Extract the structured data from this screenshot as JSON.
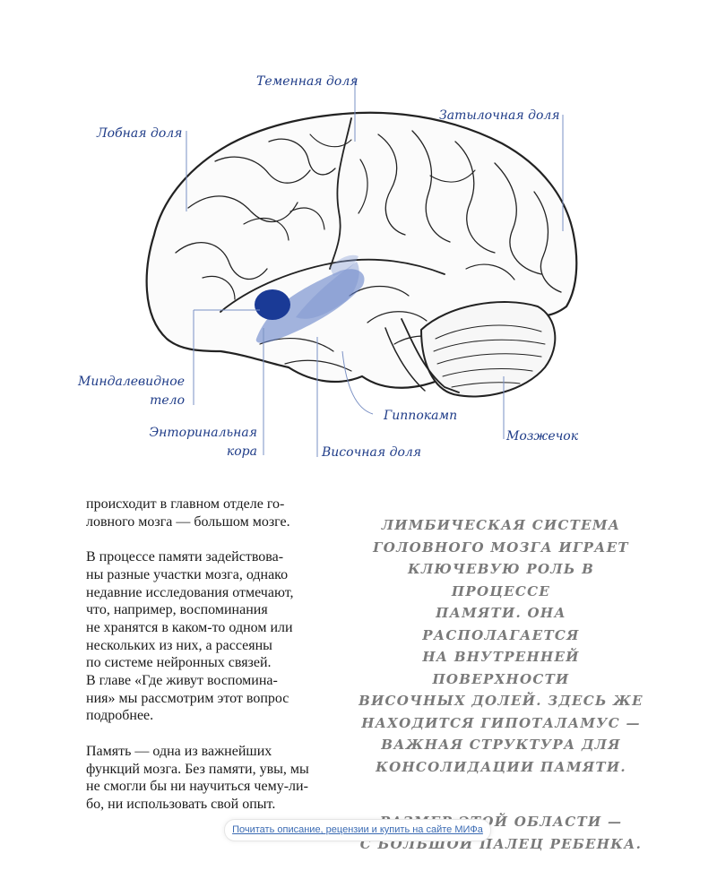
{
  "figure": {
    "labels": {
      "parietal": "Теменная доля",
      "occipital": "Затылочная доля",
      "frontal": "Лобная доля",
      "amygdala_1": "Миндалевидное",
      "amygdala_2": "тело",
      "entorhinal_1": "Энторинальная",
      "entorhinal_2": "кора",
      "temporal": "Височная доля",
      "hippocampus": "Гиппокамп",
      "cerebellum": "Мозжечок"
    },
    "colors": {
      "label": "#1f3c88",
      "highlight_dark": "#1a3a96",
      "highlight_light": "#5a79c4",
      "leader_line": "#7a90c4"
    }
  },
  "body": {
    "p1": "происходит в главном отделе го-\nловного мозга — большом мозге.",
    "p2": "В процессе памяти задействова-\nны разные участки мозга, однако\nнедавние исследования отмечают,\nчто, например, воспоминания\nне хранятся в каком-то одном или\nнескольких из них, а рассеяны\nпо системе нейронных связей.\nВ главе «Где живут воспомина-\nния» мы рассмотрим этот вопрос\nподробнее.",
    "p3": "Память — одна из важнейших\nфункций мозга. Без памяти, увы, мы\nне смогли бы ни научиться чему-ли-\nбо, ни использовать свой опыт."
  },
  "sidebar": {
    "q1": "ЛИМБИЧЕСКАЯ СИСТЕМА\nГОЛОВНОГО МОЗГА ИГРАЕТ\nКЛЮЧЕВУЮ РОЛЬ В ПРОЦЕССЕ\nПАМЯТИ. ОНА РАСПОЛАГАЕТСЯ\nНА ВНУТРЕННЕЙ ПОВЕРХНОСТИ\nВИСОЧНЫХ ДОЛЕЙ. ЗДЕСЬ ЖЕ\nНАХОДИТСЯ ГИПОТАЛАМУС —\nВАЖНАЯ СТРУКТУРА ДЛЯ\nКОНСОЛИДАЦИИ ПАМЯТИ.",
    "q2": "РАЗМЕР ЭТОЙ ОБЛАСТИ —\nС БОЛЬШОЙ ПАЛЕЦ РЕБЕНКА."
  },
  "footer": {
    "link_text": "Почитать описание, рецензии и купить на сайте МИФа"
  }
}
